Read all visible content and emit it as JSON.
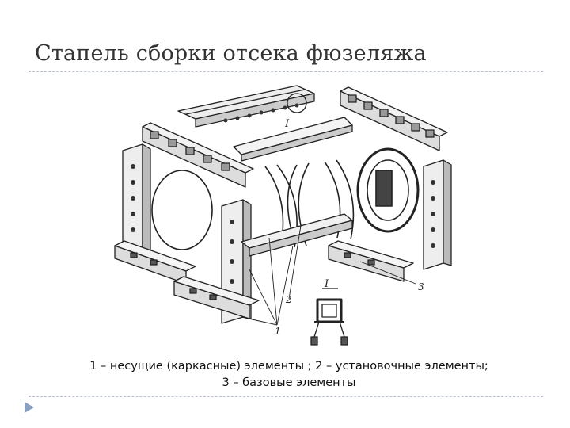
{
  "slide": {
    "title": "Стапель сборки отсека фюзеляжа",
    "caption_line1": "1 – несущие (каркасные) элементы ; 2 – установочные элементы;",
    "caption_line2": "3 – базовые элементы"
  },
  "drawing": {
    "callout_1": "1",
    "callout_2": "2",
    "callout_3": "3",
    "detail_mark": "I",
    "detail_mark_inset": "I"
  },
  "colors": {
    "title": "#333333",
    "rule": "#b9c3d4",
    "bullet": "#8aa0c0",
    "ink": "#222222"
  }
}
